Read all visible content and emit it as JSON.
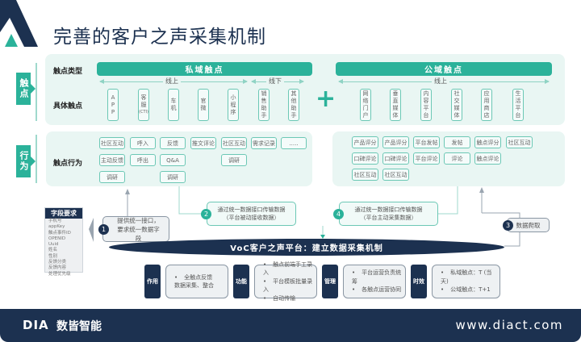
{
  "title": "完善的客户之声采集机制",
  "touchpoints": {
    "side_label": "触点",
    "type_label": "触点类型",
    "specific_label": "具体触点",
    "private": {
      "title": "私域触点",
      "online": "线上",
      "offline": "线下",
      "items": [
        [
          "A",
          "P",
          "P"
        ],
        [
          "客",
          "服",
          "(CTI)"
        ],
        [
          "车",
          "机"
        ],
        [
          "官",
          "微"
        ],
        [
          "小",
          "程",
          "序"
        ],
        [
          "销",
          "售",
          "助",
          "手"
        ],
        [
          "其",
          "他",
          "助",
          "手"
        ]
      ]
    },
    "public": {
      "title": "公域触点",
      "online": "线上",
      "items": [
        [
          "网",
          "络",
          "门",
          "户"
        ],
        [
          "垂",
          "直",
          "媒",
          "体"
        ],
        [
          "内",
          "容",
          "平",
          "台"
        ],
        [
          "社",
          "交",
          "媒",
          "体"
        ],
        [
          "应",
          "用",
          "商",
          "店"
        ],
        [
          "生",
          "活",
          "平",
          "台"
        ]
      ]
    }
  },
  "behavior": {
    "side_label": "行为",
    "label": "触点行为",
    "private_rows": [
      [
        "社区互动",
        "呼入",
        "反馈",
        "推文评论",
        "社区互动",
        "需求记录",
        "....."
      ],
      [
        "主动反馈",
        "呼出",
        "Q&A",
        "调研"
      ],
      [
        "调研",
        "调研"
      ]
    ],
    "public_rows": [
      [
        "产品评分",
        "产品评分",
        "平台发帖",
        "发帖",
        "触点评分",
        "社区互动"
      ],
      [
        "口碑评论",
        "口碑评论",
        "平台评论",
        "评论",
        "触点评论"
      ],
      [
        "社区互动",
        "社区互动"
      ]
    ]
  },
  "fields": {
    "title": "字段要求",
    "items": [
      "手机号",
      "appKey",
      "触点事件ID",
      "OPENID",
      "Uuid",
      "姓名",
      "性别",
      "反馈分类",
      "反馈内容",
      "处理优先级"
    ]
  },
  "steps": [
    {
      "num": "1",
      "text": "提供统一接口，要求统一数据字段"
    },
    {
      "num": "2",
      "line1": "通过统一数据接口传输数据",
      "line2": "（平台被动接收数据）"
    },
    {
      "num": "3",
      "text": "数据爬取"
    },
    {
      "num": "4",
      "line1": "通过统一数据接口传输数据",
      "line2": "（平台主动采集数据）"
    }
  ],
  "platform": "VoC客户之声平台：建立数据采集机制",
  "info": [
    {
      "tag": "作用",
      "items": [
        "全触点反馈\n数据采集、整合"
      ]
    },
    {
      "tag": "功能",
      "items": [
        "触点前端手工录入",
        "平台模板批量录入",
        "自动传输"
      ]
    },
    {
      "tag": "管理",
      "items": [
        "平台运营负责统筹",
        "各触点运营协同"
      ]
    },
    {
      "tag": "时效",
      "items": [
        "私域触点：T (当天)",
        "公域触点：T+1"
      ]
    }
  ],
  "footer": {
    "brand": "DIA",
    "brand_cn": "数皆智能",
    "url": "www.diact.com"
  },
  "colors": {
    "teal": "#2bb29a",
    "navy": "#1c3150"
  }
}
